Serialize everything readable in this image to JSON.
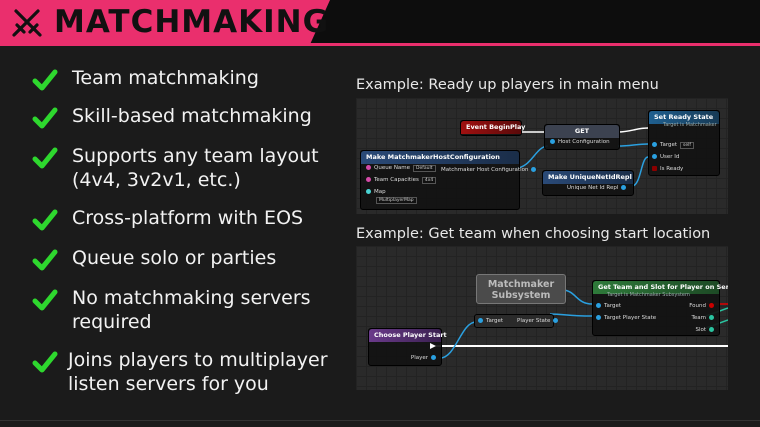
{
  "header": {
    "title": "MATCHMAKING",
    "icon": "crossed-swords-icon",
    "accent_color": "#ea2f6d"
  },
  "features": [
    {
      "lines": [
        "Team matchmaking"
      ]
    },
    {
      "lines": [
        "Skill-based matchmaking"
      ]
    },
    {
      "lines": [
        "Supports any team layout",
        "(4v4, 3v2v1, etc.)"
      ]
    },
    {
      "lines": [
        "Cross-platform with EOS"
      ]
    },
    {
      "lines": [
        "Queue solo or parties"
      ]
    },
    {
      "lines": [
        "No matchmaking servers",
        "required"
      ]
    },
    {
      "lines": [
        "Joins players to multiplayer",
        "listen servers for you"
      ]
    }
  ],
  "check_color": "#2ed82e",
  "example1": {
    "caption": "Example: Ready up players in main menu",
    "nodes": {
      "event_beginplay": "Event BeginPlay",
      "get": "GET",
      "set_ready_state": "Set Ready State",
      "set_ready_state_sub": "Target is Matchmaker",
      "make_host_config": "Make MatchmakerHostConfiguration",
      "make_unique_netid": "Make UniqueNetIdRepl"
    },
    "pins": {
      "queue_name": "Queue Name",
      "queue_name_val": "Default",
      "team_capacities": "Team Capacities",
      "team_capacities_val": "4x4",
      "map": "Map",
      "map_val": "MultiplayerMap",
      "host_config_out": "Matchmaker Host Configuration",
      "host_config_in": "Host Configuration",
      "unique_netid_out": "Unique Net Id Repl",
      "target": "Target",
      "target_val": "self",
      "user_id": "User Id",
      "is_ready": "Is Ready"
    }
  },
  "example2": {
    "caption": "Example: Get team when choosing start location",
    "nodes": {
      "subsystem": "Matchmaker Subsystem",
      "get_team_slot": "Get Team and Slot for Player on Server",
      "get_team_slot_sub": "Target is Matchmaker Subsystem",
      "choose_player_start": "Choose Player Start"
    },
    "pins": {
      "target": "Target",
      "player_state": "Player State",
      "target_in": "Target",
      "target_player_state": "Target Player State",
      "found": "Found",
      "team": "Team",
      "slot": "Slot",
      "player": "Player"
    }
  }
}
